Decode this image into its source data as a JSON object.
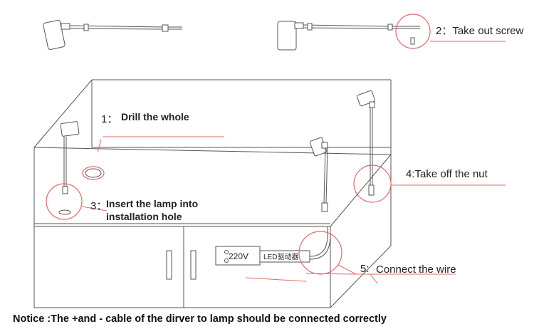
{
  "steps": {
    "step2": "2：Take out screw",
    "step1_num": "1：",
    "step1_text": "Drill the whole",
    "step3_num": "3：",
    "step3_line1": "Insert the lamp into",
    "step3_line2": "installation hole",
    "step4": "4:Take off the nut",
    "step5_num": "5:",
    "step5_text": "Connect the wire"
  },
  "driver": {
    "voltage": "220V",
    "label": "LED驱动器"
  },
  "notice": "Notice :The  +and - cable of the dirver to lamp should be connected correctly"
}
